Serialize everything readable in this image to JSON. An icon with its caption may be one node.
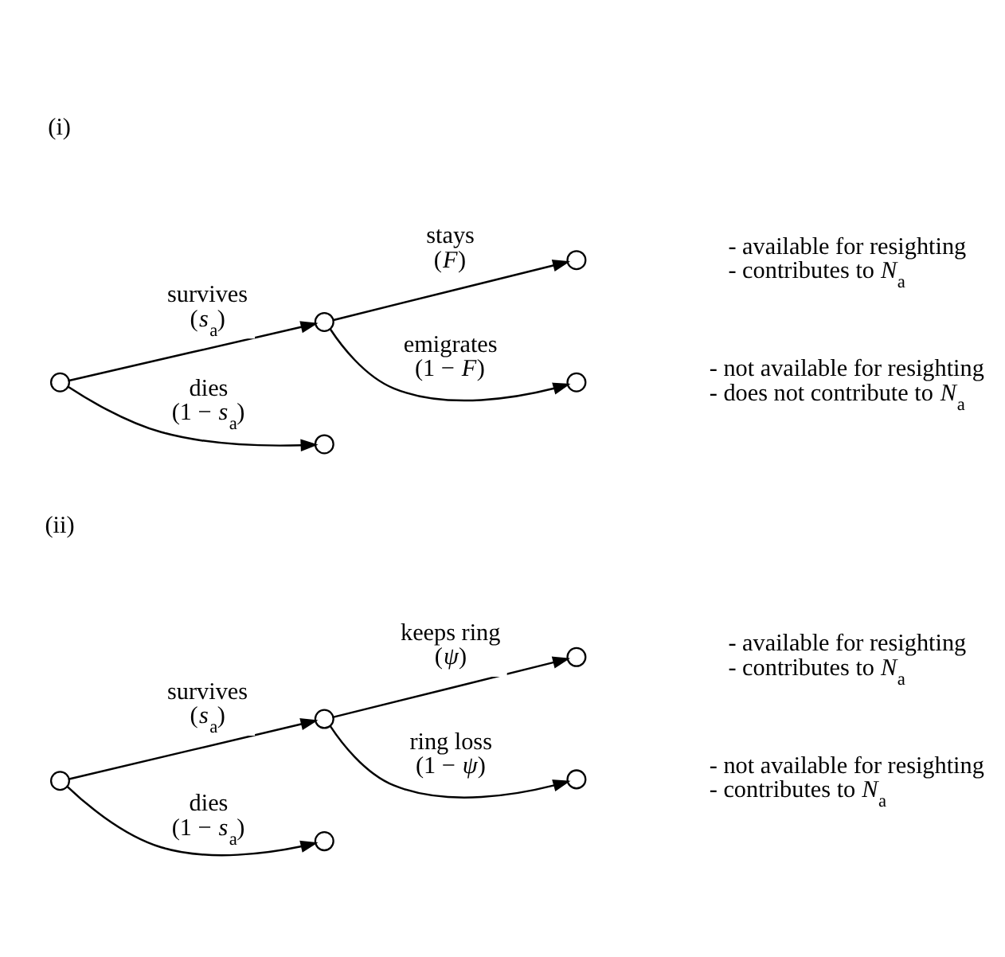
{
  "diagram": {
    "nodes": [
      {
        "text": [],
        "shape": "circle"
      },
      {
        "text": [],
        "shape": "circle"
      },
      {
        "text": [],
        "shape": "circle",
        "beside": [
          "- available for resighting",
          "- contributes to *N*$_{a}$"
        ]
      },
      {
        "text": [],
        "shape": "circle",
        "beside": [
          "- not available for resighting",
          "- does not contribute to *N*$_{a}$"
        ]
      },
      {
        "text": [],
        "shape": "circle"
      },
      {
        "text": [],
        "shape": "circle"
      },
      {
        "text": [],
        "shape": "circle"
      },
      {
        "text": [],
        "shape": "circle",
        "beside": [
          "- available for resighting",
          "- contributes to *N*$_{a}$"
        ]
      },
      {
        "text": [],
        "shape": "circle",
        "beside": [
          "- not available for resighting",
          "- contributes to *N*$_{a}$"
        ]
      },
      {
        "text": [],
        "shape": "circle"
      }
    ],
    "edges": [
      {
        "from": 0,
        "to": 1,
        "arrow": "to",
        "label": "survives (*s*$_{a}$)"
      },
      {
        "from": 1,
        "to": 2,
        "arrow": "to",
        "label": "stays (*F*)"
      },
      {
        "from": 1,
        "to": 3,
        "arrow": "to",
        "label": "emigrates (1 − *F*)"
      },
      {
        "from": 0,
        "to": 4,
        "arrow": "to",
        "label": "dies (1 − *s*$_{a}$)"
      },
      {
        "from": 5,
        "to": 6,
        "arrow": "to",
        "label": "survives (*s*$_{a}$)"
      },
      {
        "from": 6,
        "to": 7,
        "arrow": "to",
        "label": "keeps ring (*ψ*)"
      },
      {
        "from": 6,
        "to": 8,
        "arrow": "to",
        "label": "ring loss (1 − *ψ*)"
      },
      {
        "from": 5,
        "to": 9,
        "arrow": "to",
        "label": "dies (1 − *s*$_{a}$)"
      }
    ],
    "labels": [
      "(i)",
      "(ii)"
    ]
  }
}
